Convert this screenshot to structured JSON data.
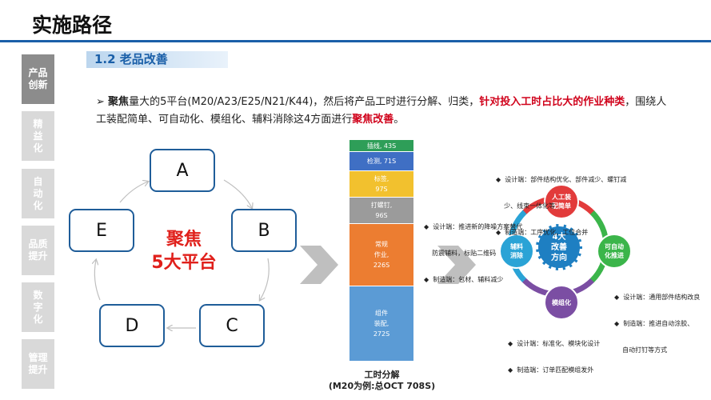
{
  "header": {
    "title": "实施路径"
  },
  "sidebar": {
    "items": [
      {
        "label": "产品\n创新",
        "active": true
      },
      {
        "label": "精\n益\n化",
        "active": false
      },
      {
        "label": "自\n动\n化",
        "active": false
      },
      {
        "label": "品质\n提升",
        "active": false
      },
      {
        "label": "数\n字\n化",
        "active": false
      },
      {
        "label": "管理\n提升",
        "active": false
      }
    ]
  },
  "section": {
    "title": "1.2  老品改善"
  },
  "intro": {
    "bullet": "➢",
    "t1": "聚焦",
    "t2": "量大的5平台(M20/A23/E25/N21/K44)，然后将产品工时进行分解、归类，",
    "t3": "针对投入工时占比大的作业种类",
    "t4": "，围绕人工装配简单、可自动化、模组化、辅料消除这4方面进行",
    "t5": "聚焦改善",
    "t6": "。"
  },
  "cycle": {
    "nodes": {
      "a": "A",
      "b": "B",
      "c": "C",
      "d": "D",
      "e": "E"
    },
    "focus_line1": "聚焦",
    "focus_line2": "5大平台"
  },
  "chart_data": {
    "type": "bar",
    "subtype": "stacked-100-percent",
    "title": "工时分解",
    "subtitle": "(M20为例:总OCT 708S)",
    "unit": "S",
    "total": 708,
    "categories": [
      "插线",
      "检测",
      "标签",
      "打螺钉",
      "常规作业",
      "组件装配"
    ],
    "values": [
      43,
      71,
      97,
      96,
      226,
      272
    ],
    "labels": [
      "插线, 43S",
      "检测, 71S",
      "标签,\n97S",
      "打螺钉,\n96S",
      "常规\n作业,\n226S",
      "组件\n装配,\n272S"
    ],
    "colors": [
      "#2e9e58",
      "#3f6fc4",
      "#f2c12e",
      "#9b9b9b",
      "#ec7d31",
      "#5b9bd5"
    ]
  },
  "wheel": {
    "center": "4大\n改善\n方向",
    "top": "人工装\n配简单",
    "right": "可自动\n化推进",
    "bottom": "模组化",
    "left": "辅料\n消除"
  },
  "notes": {
    "top": [
      "◆  设计端：部件结构优化、部件减少、螺钉减",
      "    少、线束一体化等",
      "◆  制造端：工序优化、工位合并"
    ],
    "left": [
      "◆  设计端：推进新的降噪方案替代",
      "    防震辅料，标贴二维码",
      "◆  制造端：包材、辅料减少"
    ],
    "right": [
      "◆  设计端：通用部件结构改良",
      "◆  制造端：推进自动涂胶、",
      "    自动打钉等方式"
    ],
    "bottom": [
      "◆  设计端：标准化、模块化设计",
      "◆  制造端：订单匹配模组发外"
    ]
  },
  "colors": {
    "accent": "#1a5fa8",
    "highlight": "#d0021b",
    "sidebar_active": "#8c8c8c",
    "sidebar_inactive": "#d9d9d9"
  }
}
